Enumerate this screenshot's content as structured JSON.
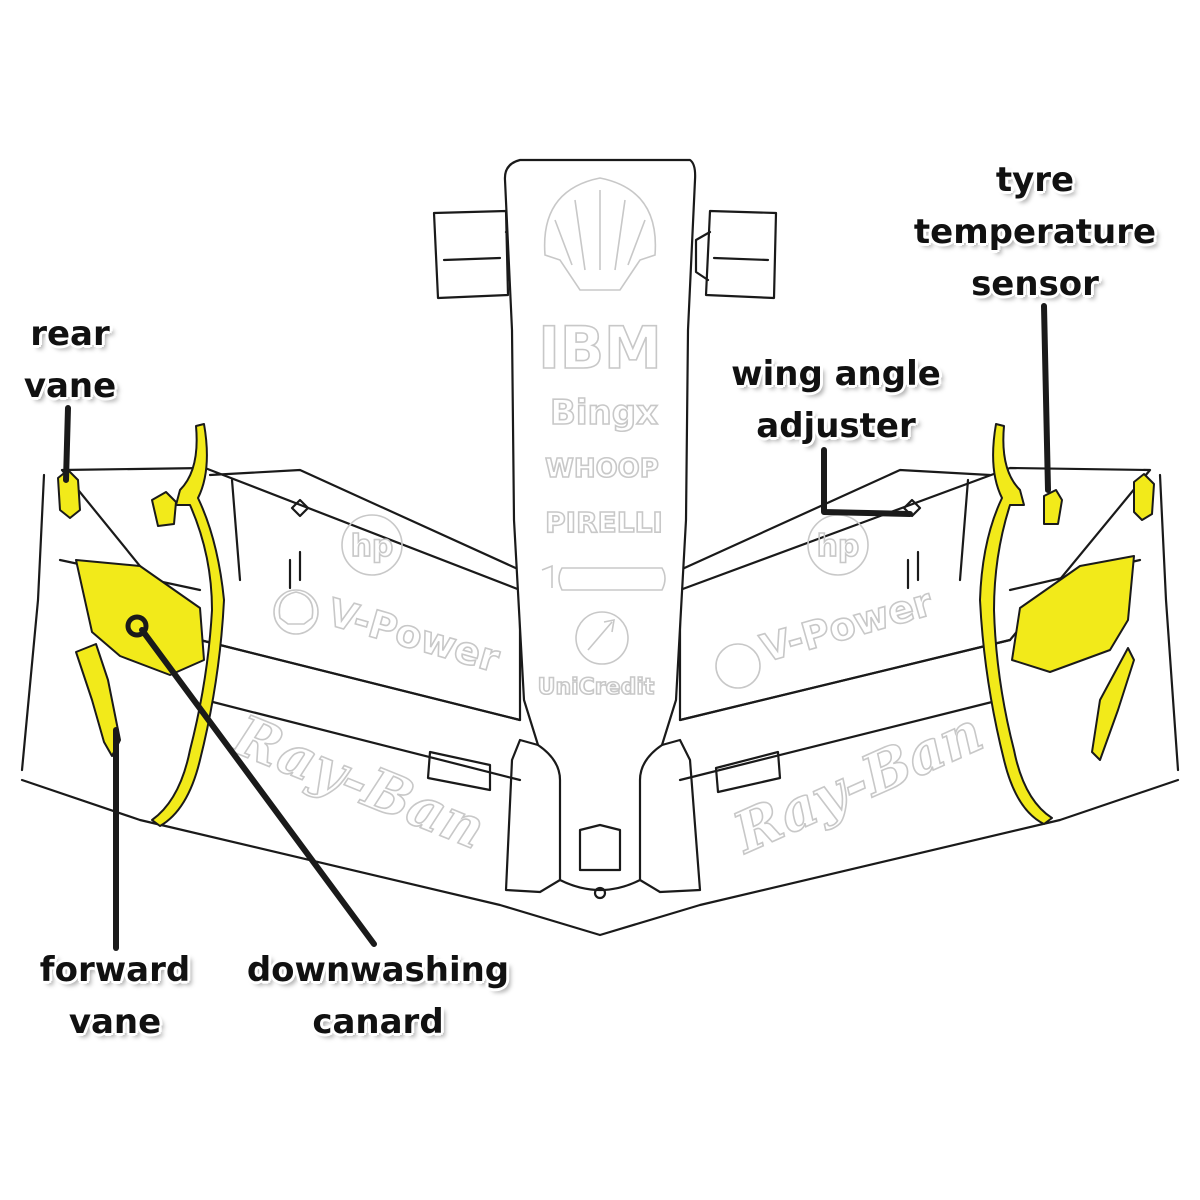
{
  "colors": {
    "highlight": "#f2ea1a",
    "outline": "#1a1a1a",
    "livery": "#c8c8c8",
    "callout_text": "#111111"
  },
  "callouts": {
    "rear_vane": [
      "rear",
      "vane"
    ],
    "tyre_sensor": [
      "tyre",
      "temperature",
      "sensor"
    ],
    "wing_angle": [
      "wing angle",
      "adjuster"
    ],
    "forward_vane": [
      "forward",
      "vane"
    ],
    "canard": [
      "downwashing",
      "canard"
    ]
  },
  "livery": {
    "ibm": "IBM",
    "bingx": "Bingx",
    "whoop": "WHOOP",
    "pirelli": "PIRELLI",
    "unicredit": "UniCredit",
    "hp": "hp",
    "vpower": "V-Power",
    "rayban": "Ray-Ban"
  }
}
